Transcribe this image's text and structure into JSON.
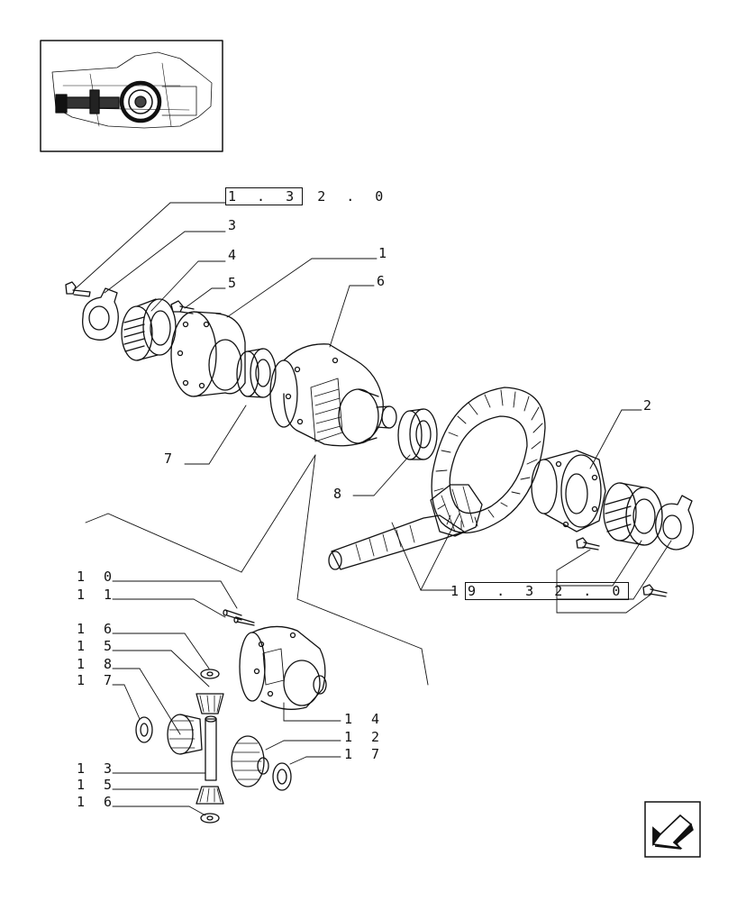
{
  "refs": {
    "top_ref_boxed": "1 . 3",
    "top_ref_tail": "2 . 0",
    "bottom_ref_prefix": "1",
    "bottom_ref_boxed": "9 . 3 2 . 0"
  },
  "callouts": {
    "c3": "3",
    "c4": "4",
    "c5": "5",
    "c1": "1",
    "c6": "6",
    "c2": "2",
    "c7": "7",
    "c8": "8",
    "c10": "1 0",
    "c11": "1 1",
    "c16a": "1 6",
    "c15a": "1 5",
    "c18": "1 8",
    "c17a": "1 7",
    "c13": "1 3",
    "c15b": "1 5",
    "c16b": "1 6",
    "c14": "1 4",
    "c12": "1 2",
    "c17b": "1 7"
  },
  "icons": {
    "thumbnail": "transmission-overview-icon",
    "nav": "next-page-arrow-icon"
  }
}
